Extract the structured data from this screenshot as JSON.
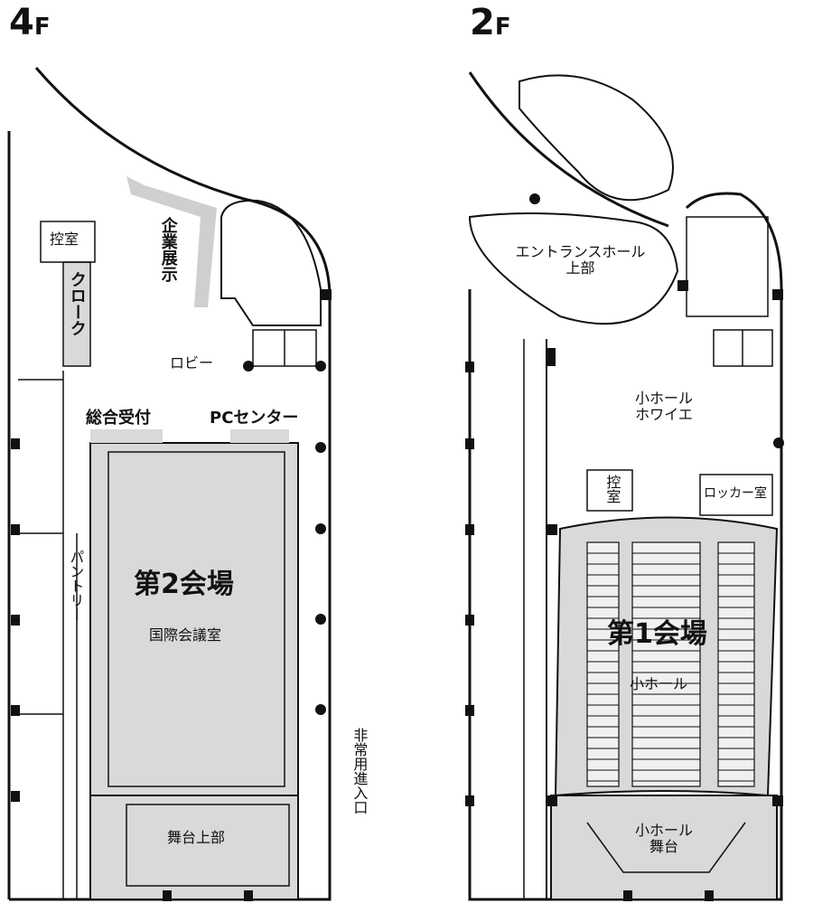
{
  "floors": [
    {
      "label": "4",
      "suffix": "F",
      "rooms": {
        "exhibit": "企業展示",
        "waiting": "控室",
        "cloak": "クローク",
        "lobby": "ロビー",
        "reception": "総合受付",
        "pc_center": "PCセンター",
        "hall_name": "第2会場",
        "hall_sub": "国際会議室",
        "pantry": "パントリー",
        "stage_upper": "舞台上部",
        "emergency": "非常用進入口"
      }
    },
    {
      "label": "2",
      "suffix": "F",
      "rooms": {
        "entrance_upper_1": "エントランスホール",
        "entrance_upper_2": "上部",
        "foyer_1": "小ホール",
        "foyer_2": "ホワイエ",
        "waiting": "控室",
        "locker": "ロッカー室",
        "hall_name": "第1会場",
        "hall_sub": "小ホール",
        "stage_1": "小ホール",
        "stage_2": "舞台"
      }
    }
  ],
  "colors": {
    "room_fill": "#d9d9d9",
    "wall": "#111111",
    "exhibit_band": "#cfcfcf"
  }
}
